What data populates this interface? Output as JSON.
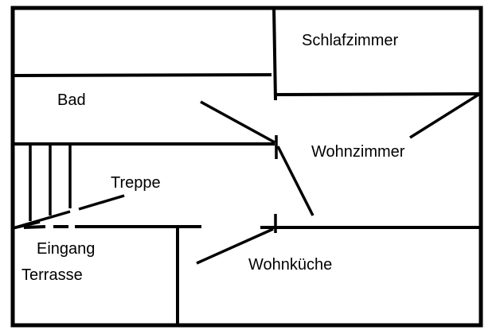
{
  "figure": {
    "type": "floor-plan-sketch",
    "background_color": "#ffffff",
    "line_color": "#000000"
  },
  "labels": {
    "schlafzimmer": "Schlafzimmer",
    "bad": "Bad",
    "wohnzimmer": "Wohnzimmer",
    "treppe": "Treppe",
    "eingang": "Eingang",
    "terrasse": "Terrasse",
    "wohnkueche": "Wohnküche"
  }
}
